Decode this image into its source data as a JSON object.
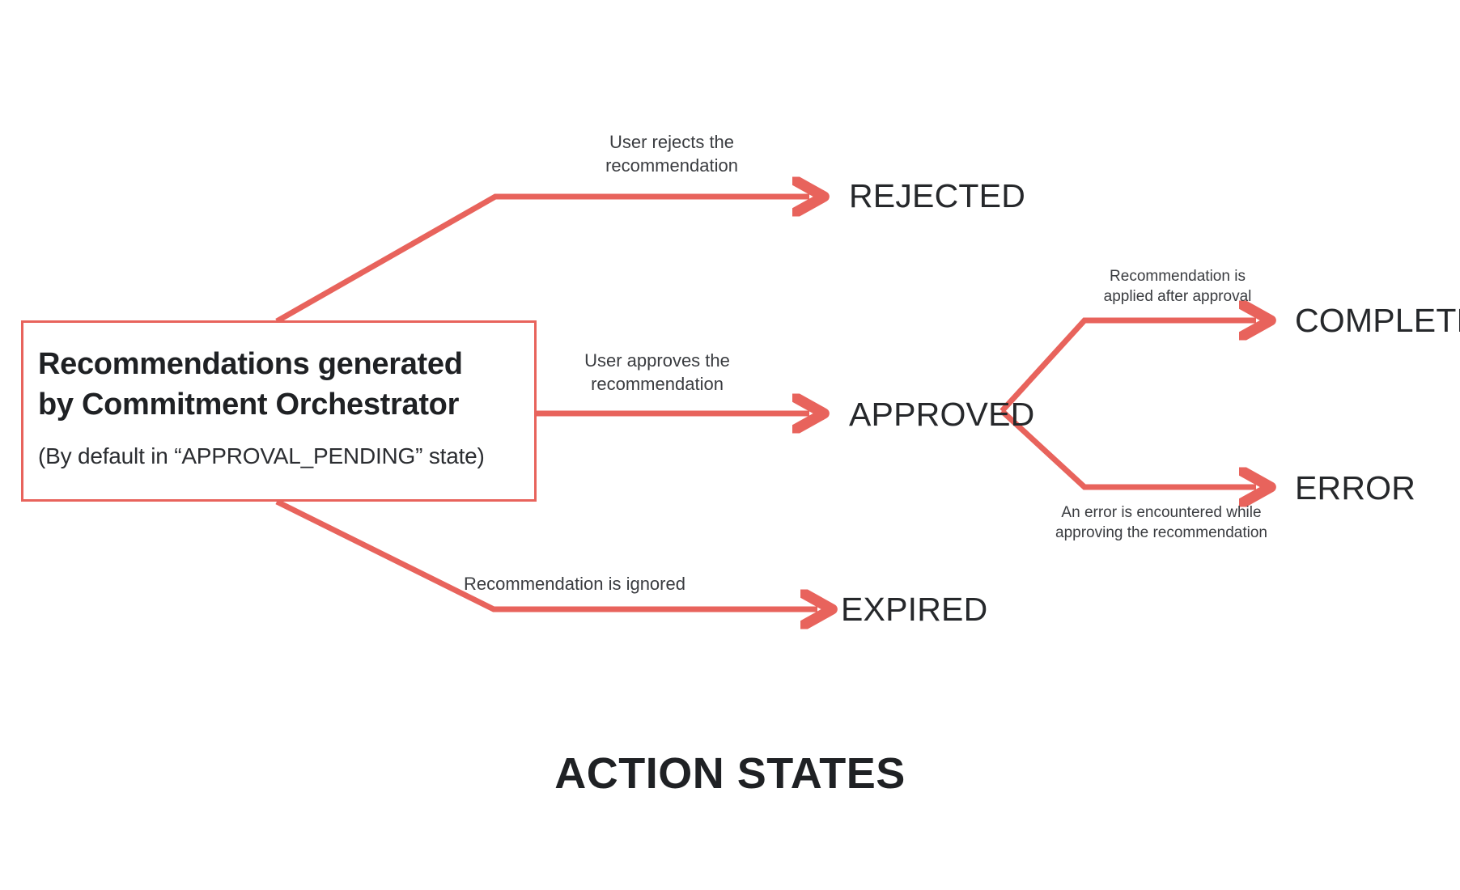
{
  "diagram": {
    "caption": "ACTION STATES",
    "accent_color": "#E8635C",
    "text_color": "#26282b",
    "background": "#ffffff",
    "source_node": {
      "title": "Recommendations generated\nby Commitment Orchestrator",
      "subtitle": "(By default in “APPROVAL_PENDING” state)"
    },
    "states": {
      "rejected": "REJECTED",
      "approved": "APPROVED",
      "expired": "EXPIRED",
      "completed": "COMPLETED",
      "error": "ERROR"
    },
    "edges": {
      "to_rejected": "User rejects the\nrecommendation",
      "to_approved": "User approves the\nrecommendation",
      "to_expired": "Recommendation is ignored",
      "to_completed": "Recommendation is\napplied after approval",
      "to_error": "An error is encountered while\napproving the recommendation"
    }
  }
}
